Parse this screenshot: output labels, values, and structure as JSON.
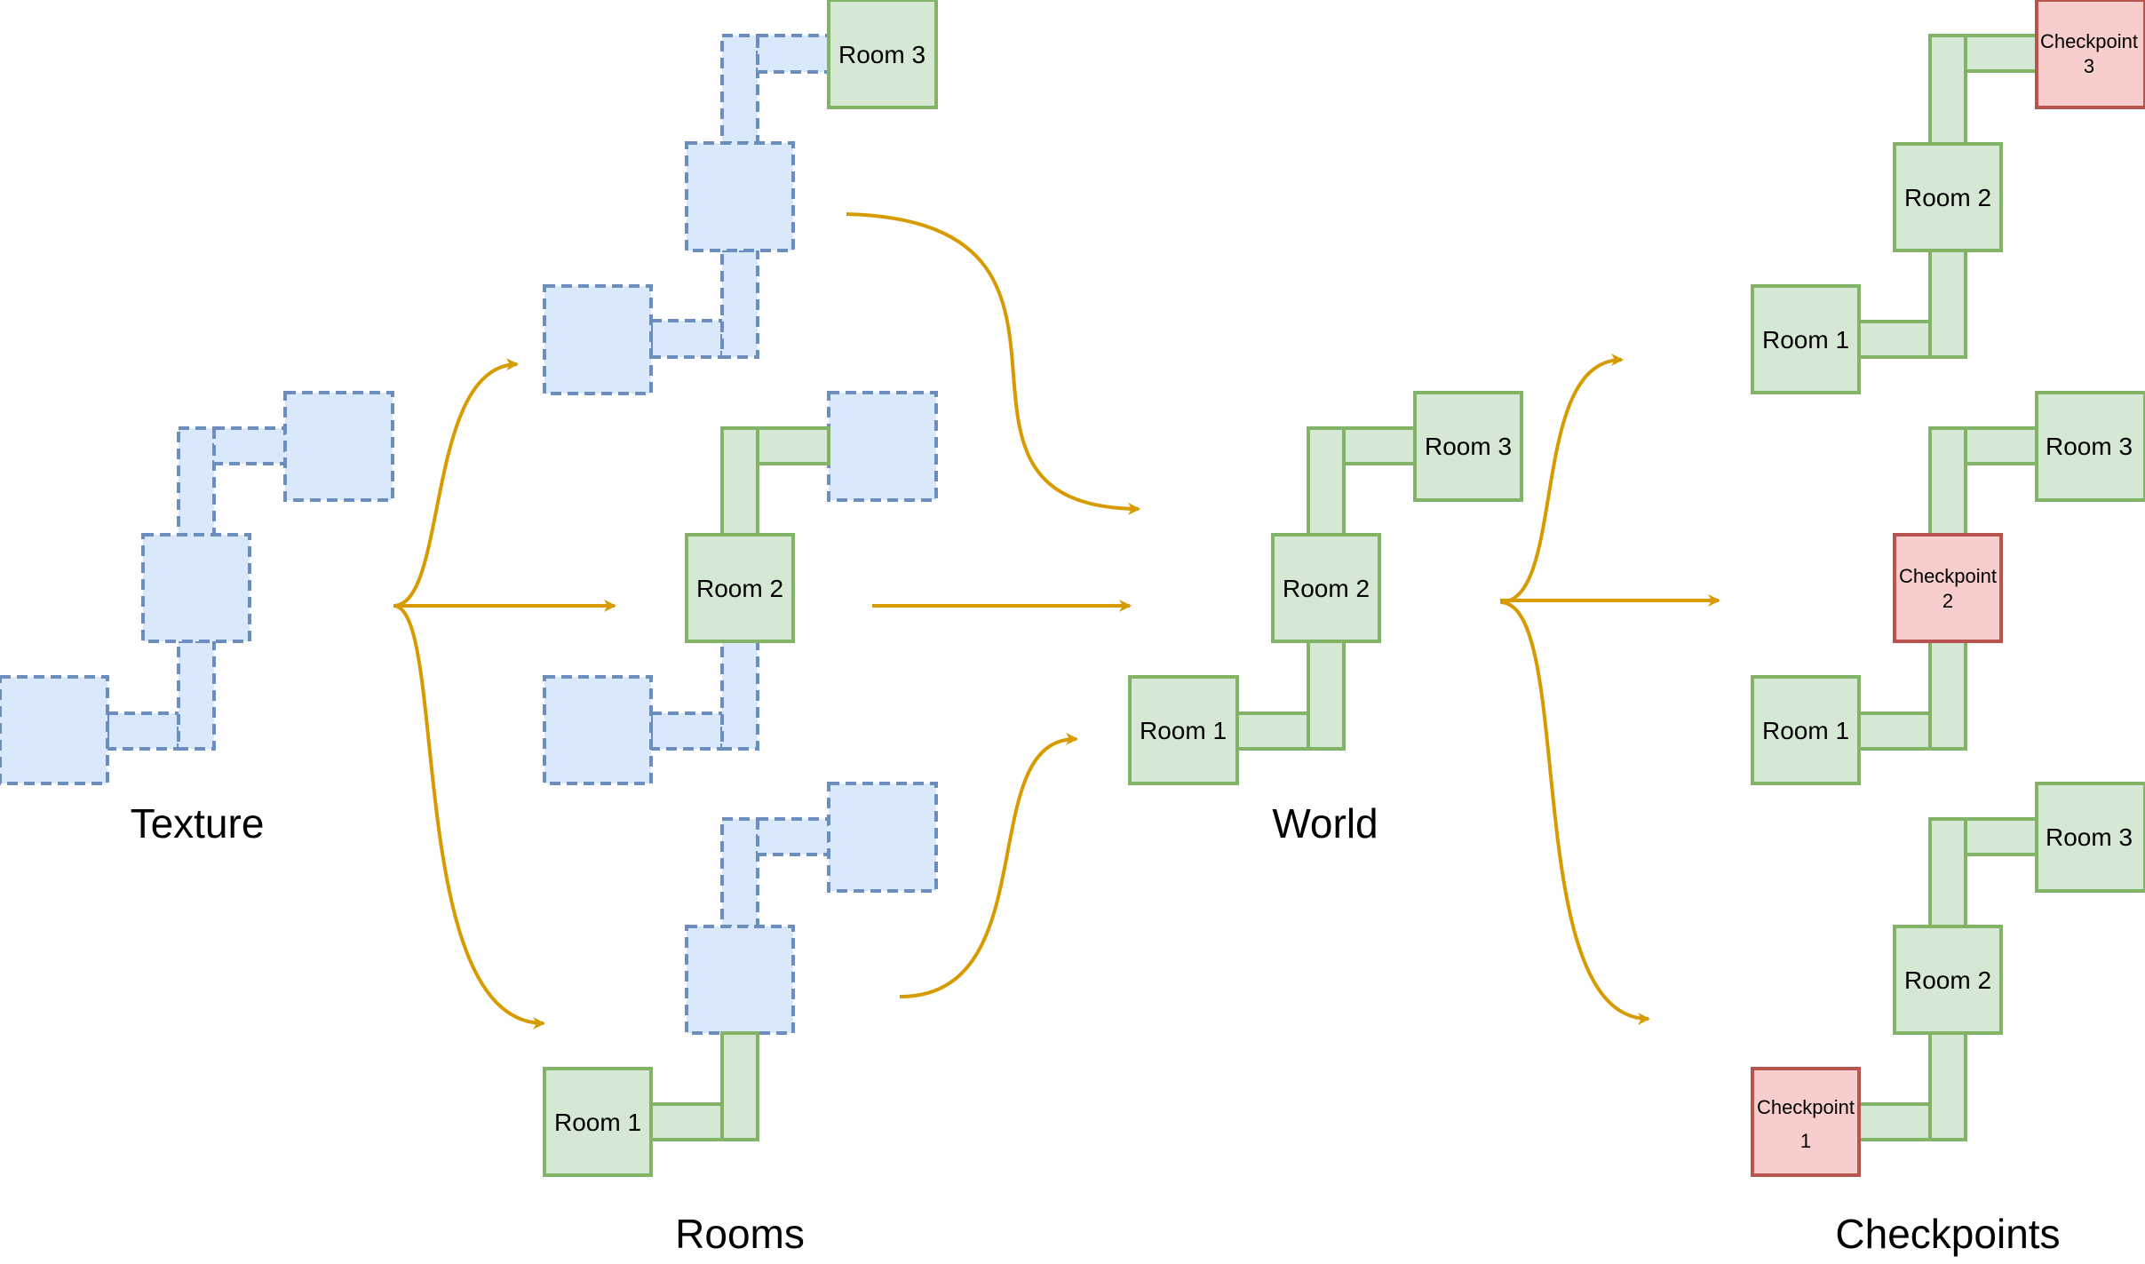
{
  "captions": {
    "texture": "Texture",
    "rooms": "Rooms",
    "world": "World",
    "checkpoints": "Checkpoints"
  },
  "rooms_stage": {
    "top": {
      "room3": "Room 3"
    },
    "middle": {
      "room2": "Room 2"
    },
    "bottom": {
      "room1": "Room 1"
    }
  },
  "world": {
    "room1": "Room 1",
    "room2": "Room 2",
    "room3": "Room 3"
  },
  "checkpoints_stage": {
    "top": {
      "room1": "Room 1",
      "room2": "Room 2",
      "cp_line1": "Checkpoint",
      "cp_line2": "3"
    },
    "middle": {
      "room1": "Room 1",
      "room3": "Room 3",
      "cp_line1": "Checkpoint",
      "cp_line2": "2"
    },
    "bottom": {
      "room2": "Room 2",
      "room3": "Room 3",
      "cp_line1": "Checkpoint",
      "cp_line2": "1"
    }
  },
  "colors": {
    "texture_fill": "#dae8fc",
    "texture_stroke": "#6c8ebf",
    "room_fill": "#d5e8d4",
    "room_stroke": "#82b366",
    "checkpoint_fill": "#f8cecc",
    "checkpoint_stroke": "#b85450",
    "arrow": "#d79b00"
  }
}
